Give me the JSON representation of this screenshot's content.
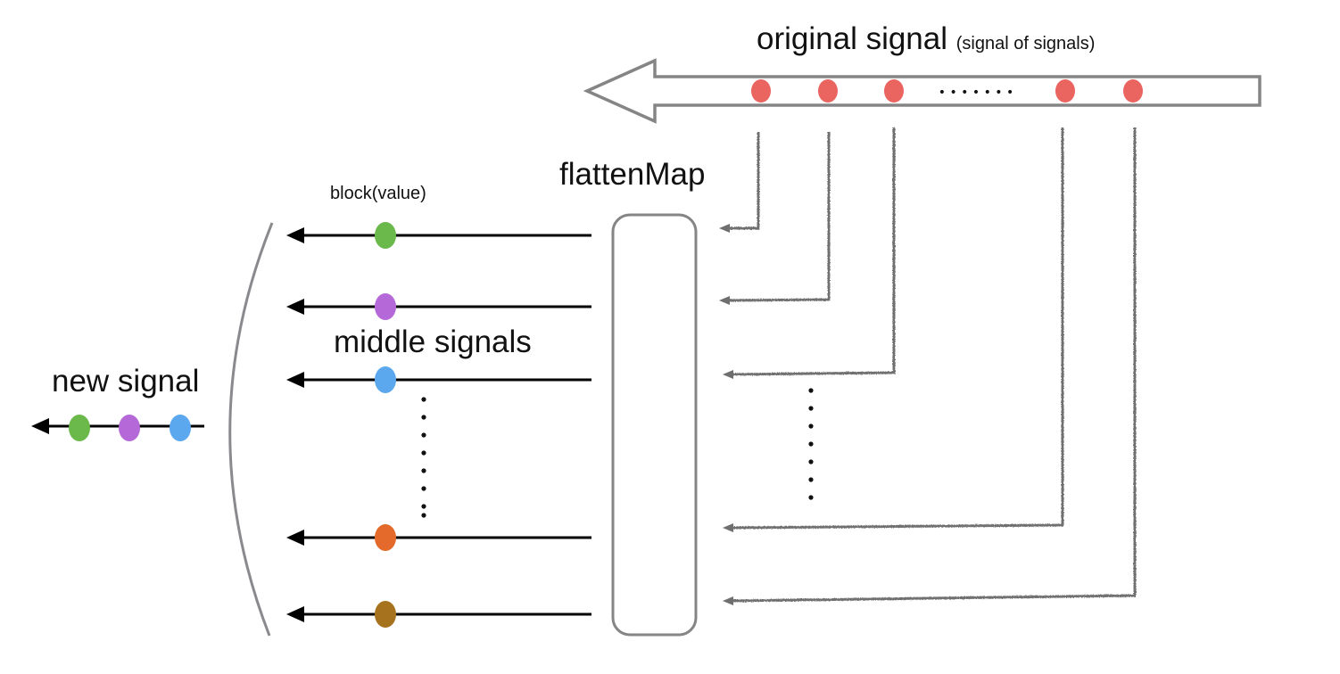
{
  "labels": {
    "original_signal": "original signal",
    "original_signal_note": "(signal of signals)",
    "operator": "flattenMap",
    "block": "block(value)",
    "middle_signals": "middle signals",
    "new_signal": "new signal"
  },
  "original_signal": {
    "events": 5,
    "event_color": "#ea6460",
    "ellipsis": "• • • • • • •"
  },
  "middle_signals": {
    "dot_colors": [
      "#6ab94a",
      "#b569d8",
      "#5ba8ee",
      "#e36a2a",
      "#a6721e"
    ]
  },
  "new_signal": {
    "dot_colors": [
      "#6ab94a",
      "#b569d8",
      "#5ba8ee"
    ]
  },
  "colors": {
    "outline": "#858585",
    "connector": "#6f6f6f",
    "line": "#000000",
    "bracket": "#8a8a8e"
  }
}
